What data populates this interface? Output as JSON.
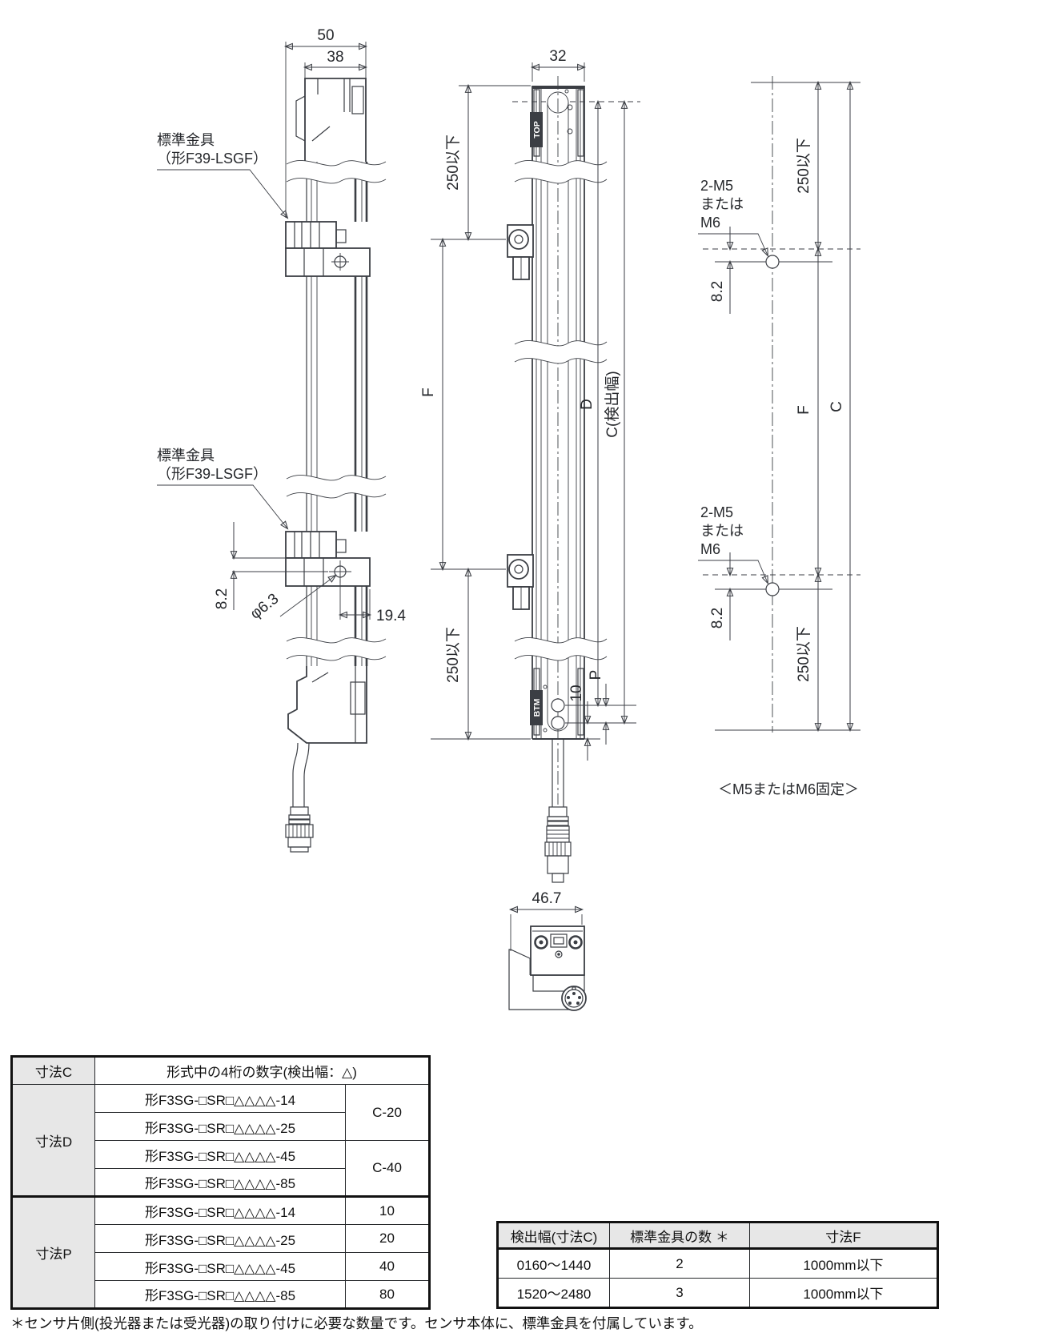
{
  "colors": {
    "line": "#3b3e44",
    "table_header_bg": "#e7e7e7"
  },
  "drawing": {
    "side": {
      "dim50": "50",
      "dim38": "38",
      "bracket_label_1": "標準金具",
      "bracket_label_2": "（形F39-LSGF）",
      "dim82": "8.2",
      "dimdia": "φ6.3",
      "dim194": "19.4"
    },
    "front": {
      "dim32": "32",
      "top_badge": "TOP",
      "btm_badge": "BTM",
      "d250": "250以下",
      "dimF": "F",
      "dimD": "D",
      "dimC": "C(検出幅)",
      "dimP": "P",
      "dim10": "10"
    },
    "mount": {
      "hole_label_1": "2-M5",
      "hole_label_2": "または",
      "hole_label_3": "M6",
      "dim82": "8.2",
      "d250": "250以下",
      "dimF": "F",
      "dimC": "C",
      "caption": "＜M5またはM6固定＞"
    },
    "bottomview": {
      "dim467": "46.7"
    }
  },
  "dims_table": {
    "row_c_label": "寸法C",
    "row_c_header": "形式中の4桁の数字(検出幅：△)",
    "d_label": "寸法D",
    "p_label": "寸法P",
    "models": [
      "形F3SG-□SR□△△△△-14",
      "形F3SG-□SR□△△△△-25",
      "形F3SG-□SR□△△△△-45",
      "形F3SG-□SR□△△△△-85"
    ],
    "d_values": [
      "C-20",
      "C-40"
    ],
    "p_values": [
      "10",
      "20",
      "40",
      "80"
    ]
  },
  "bracket_table": {
    "headers": [
      "検出幅(寸法C)",
      "標準金具の数 ＊",
      "寸法F"
    ],
    "rows": [
      [
        "0160～1440",
        "2",
        "1000mm以下"
      ],
      [
        "1520～2480",
        "3",
        "1000mm以下"
      ]
    ]
  },
  "footnote": "＊センサ片側(投光器または受光器)の取り付けに必要な数量です。センサ本体に、標準金具を付属しています。"
}
